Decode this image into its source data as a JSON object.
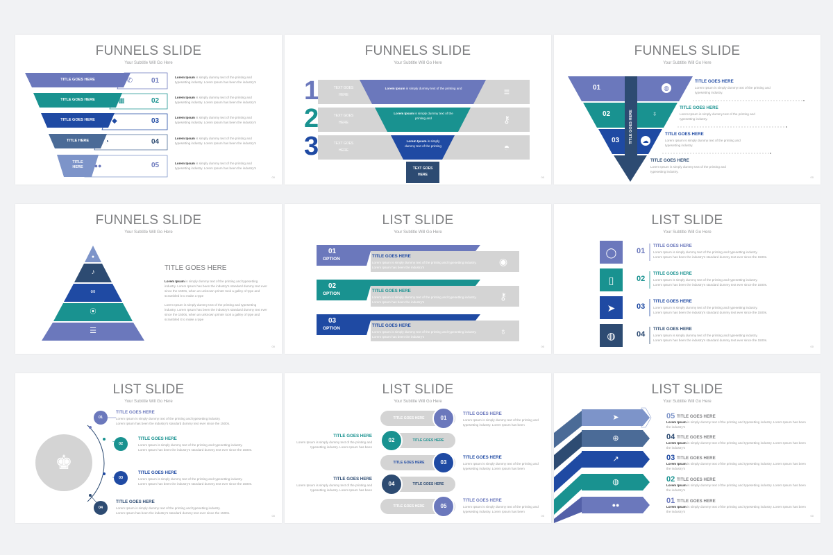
{
  "colors": {
    "purple": "#6b78bc",
    "teal": "#199290",
    "navy": "#1f4aa3",
    "dark": "#2d4b72",
    "slate": "#4b6b97",
    "gray": "#d4d4d4",
    "light_gray": "#bfbfbf"
  },
  "text": {
    "funnels": "FUNNELS SLIDE",
    "list": "LIST SLIDE",
    "subtitle": "Your Subtitle Will Go Here",
    "title_goes_here": "TITLE GOES HERE",
    "title_here": "TITLE HERE",
    "title": "TITLE",
    "here": "HERE",
    "text_goes": "TEXT GOES",
    "option": "OPTION",
    "lorem_bold": "Lorem Ipsum",
    "short": "is simply dummy text of the printing and",
    "short2": "typesetting industry. Lorem Ipsum has been the industry's",
    "line_a": "Lorem Ipsum is simply dummy text of the printing and typesetting industry.",
    "line_b": "Lorem Ipsum has been the industry's standard dummy text ever since the 1500s.",
    "line_c": "Lorem Ipsum is simply dummy text of the printing and",
    "line_d": "typesetting industry. Lorem Ipsum has been",
    "line_e": "typesetting industry.",
    "line_f": "Lorem Ipsum has been the industry's",
    "n01": "01",
    "n02": "02",
    "n03": "03",
    "n04": "04",
    "n05": "05",
    "d1": "1",
    "d2": "2",
    "d3": "3",
    "long1": "is simply dummy text of the printing and typesetting industry. Lorem Ipsum has been the industry's standard dummy text ever since the 1500s, when an unknown printer took a galley of type and scrambled it to make a type",
    "long2": "Lorem Ipsum is simply dummy text of the printing and typesetting industry. Lorem Ipsum has been the industry's standard dummy text ever since the 1500s, when an unknown printer took a galley of type and scrambled it to make a type",
    "inv1": "is simply dummy text of the printing and typesetting industry. Lorem Ipsum has been the industry's",
    "inv2": "is simply dummy text of the printing"
  },
  "icons": [
    "phone-icon",
    "calendar-icon",
    "tag-icon",
    "clock-icon",
    "users-icon",
    "trophy-icon",
    "eye-icon",
    "key-icon",
    "lightbulb-icon",
    "globe-icon",
    "cloud-icon",
    "bell-icon",
    "chat-icon",
    "mobile-icon",
    "send-icon",
    "lifebuoy-icon",
    "chart-icon",
    "menu-icon",
    "link-icon",
    "dashboard-icon",
    "coins-icon"
  ]
}
